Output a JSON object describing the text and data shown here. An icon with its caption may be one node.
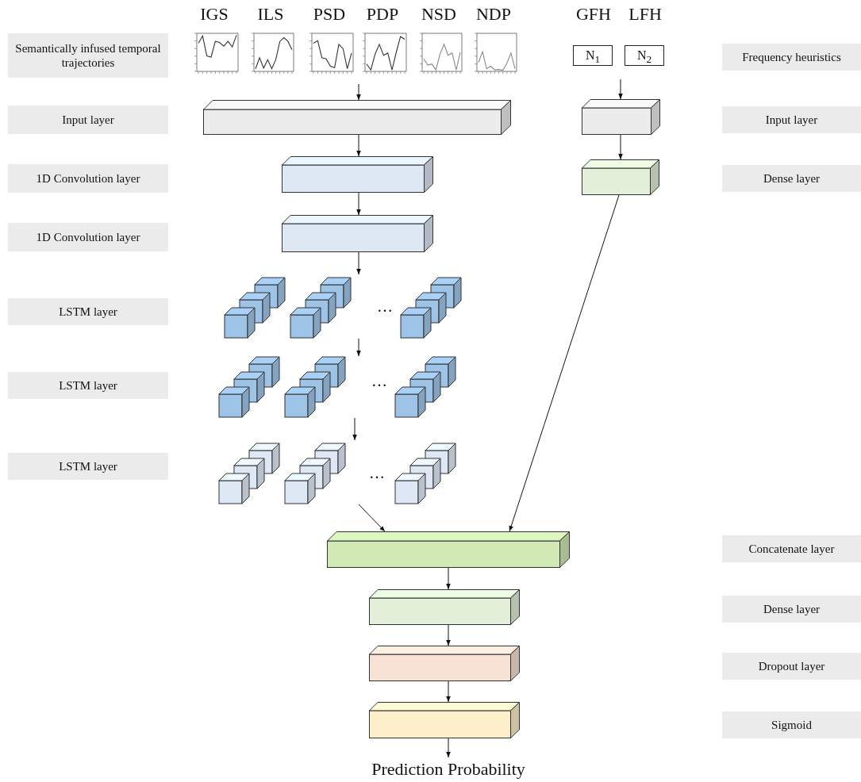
{
  "diagram": {
    "nodes": [
      {
        "text": [
          "Semantically infused temporal trajectories"
        ]
      },
      {
        "text": [
          "IGS"
        ]
      },
      {
        "text": [
          "ILS"
        ]
      },
      {
        "text": [
          "PSD"
        ]
      },
      {
        "text": [
          "PDP"
        ]
      },
      {
        "text": [
          "NSD"
        ]
      },
      {
        "text": [
          "NDP"
        ]
      },
      {
        "text": [
          "GFH",
          "N$_{1}$"
        ]
      },
      {
        "text": [
          "LFH",
          "N$_{2}$"
        ]
      },
      {
        "text": [
          "Frequency heuristics"
        ]
      },
      {
        "text": [
          "Input layer"
        ]
      },
      {
        "text": [],
        "shape": "box"
      },
      {
        "text": [],
        "shape": "box"
      },
      {
        "text": [
          "Input layer"
        ]
      },
      {
        "text": [
          "1D Convolution layer"
        ]
      },
      {
        "text": [],
        "shape": "box"
      },
      {
        "text": [],
        "shape": "box"
      },
      {
        "text": [
          "Dense layer"
        ]
      },
      {
        "text": [
          "1D Convolution layer"
        ]
      },
      {
        "text": [],
        "shape": "box"
      },
      {
        "text": [
          "LSTM layer"
        ]
      },
      {
        "text": [],
        "shape": "cube"
      },
      {
        "text": [
          "LSTM layer"
        ]
      },
      {
        "text": [],
        "shape": "cube"
      },
      {
        "text": [
          "LSTM layer"
        ]
      },
      {
        "text": [],
        "shape": "cube"
      },
      {
        "text": [],
        "shape": "box"
      },
      {
        "text": [
          "Concatenate layer"
        ]
      },
      {
        "text": [],
        "shape": "box"
      },
      {
        "text": [
          "Dense layer"
        ]
      },
      {
        "text": [],
        "shape": "box"
      },
      {
        "text": [
          "Dropout layer"
        ]
      },
      {
        "text": [],
        "shape": "box"
      },
      {
        "text": [
          "Sigmoid"
        ]
      },
      {
        "text": [
          "Prediction Probability"
        ]
      }
    ],
    "edges": [
      {
        "from": null,
        "to": 11,
        "arrow": "to"
      },
      {
        "from": null,
        "to": 12,
        "arrow": "to"
      },
      {
        "from": 11,
        "to": 15,
        "arrow": "to"
      },
      {
        "from": 15,
        "to": 19,
        "arrow": "to"
      },
      {
        "from": 19,
        "to": 21,
        "arrow": "to"
      },
      {
        "from": 21,
        "to": 23,
        "arrow": "to"
      },
      {
        "from": 23,
        "to": 25,
        "arrow": "to"
      },
      {
        "from": 25,
        "to": 26,
        "arrow": "to"
      },
      {
        "from": 12,
        "to": 16,
        "arrow": "to"
      },
      {
        "from": 16,
        "to": 26,
        "arrow": "to"
      },
      {
        "from": 26,
        "to": 28,
        "arrow": "to"
      },
      {
        "from": 28,
        "to": 30,
        "arrow": "to"
      },
      {
        "from": 30,
        "to": 32,
        "arrow": "to"
      },
      {
        "from": 32,
        "to": 34,
        "arrow": "to"
      }
    ],
    "labels": [
      "…",
      "…",
      "…"
    ]
  }
}
